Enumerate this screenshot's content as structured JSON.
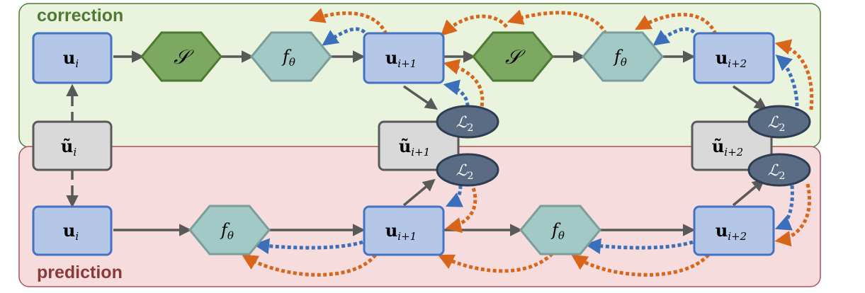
{
  "regions": {
    "correction": {
      "label": "correction"
    },
    "prediction": {
      "label": "prediction"
    }
  },
  "labels": {
    "u_i": "u",
    "u_i_sub": "i",
    "u_i1": "u",
    "u_i1_sub": "i+1",
    "u_i2": "u",
    "u_i2_sub": "i+2",
    "ut_i": "ũ",
    "ut_i_sub": "i",
    "ut_i1": "ũ",
    "ut_i1_sub": "i+1",
    "ut_i2": "ũ",
    "ut_i2_sub": "i+2",
    "solver": "𝒮",
    "f": "f",
    "f_sub": "θ",
    "loss": "ℒ",
    "loss_sub": "2"
  },
  "colors": {
    "correction_bg": "#e9f3dd",
    "correction_border": "#4e7a35",
    "prediction_bg": "#f6dcdc",
    "prediction_border": "#a85555",
    "state_fill": "#b4c7e7",
    "state_border": "#4472c4",
    "ref_fill": "#d9d9d9",
    "ref_border": "#595959",
    "solver_fill": "#7da862",
    "solver_border": "#4e7a35",
    "net_fill": "#a3c9c6",
    "net_border": "#7a9e9b",
    "loss_fill": "#5a6b84",
    "loss_border": "#2f3d53",
    "arrow": "#595959",
    "grad_blue": "#3b6fba",
    "grad_orange": "#d9651a",
    "correction_text": "#4e7a35",
    "prediction_text": "#8b3a3a"
  }
}
